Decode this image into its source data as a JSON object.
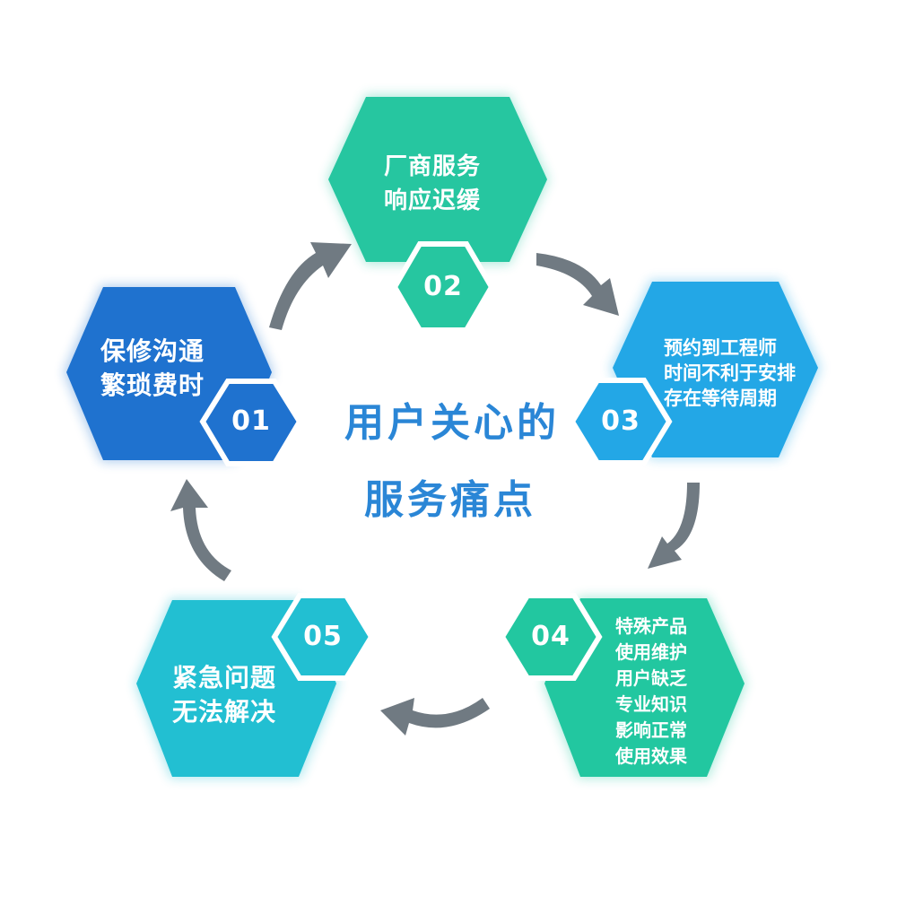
{
  "center_title": [
    "用户关心的",
    "服务痛点"
  ],
  "items": [
    {
      "number": "01",
      "lines": [
        "保修沟通",
        "繁琐费时"
      ]
    },
    {
      "number": "02",
      "lines": [
        "厂商服务",
        "响应迟缓"
      ]
    },
    {
      "number": "03",
      "lines": [
        "预约到工程师",
        "时间不利于安排",
        "存在等待周期"
      ]
    },
    {
      "number": "04",
      "lines": [
        "特殊产品",
        "使用维护",
        "用户缺乏",
        "专业知识",
        "影响正常",
        "使用效果"
      ]
    },
    {
      "number": "05",
      "lines": [
        "紧急问题",
        "无法解决"
      ]
    }
  ],
  "colors": {
    "item_01": "#1f72cf",
    "item_02": "#26c6a0",
    "item_03": "#23a7e6",
    "item_04": "#22c7a0",
    "item_05": "#22bfd2",
    "arrow": "#707a82",
    "title": "#2a86d6"
  }
}
